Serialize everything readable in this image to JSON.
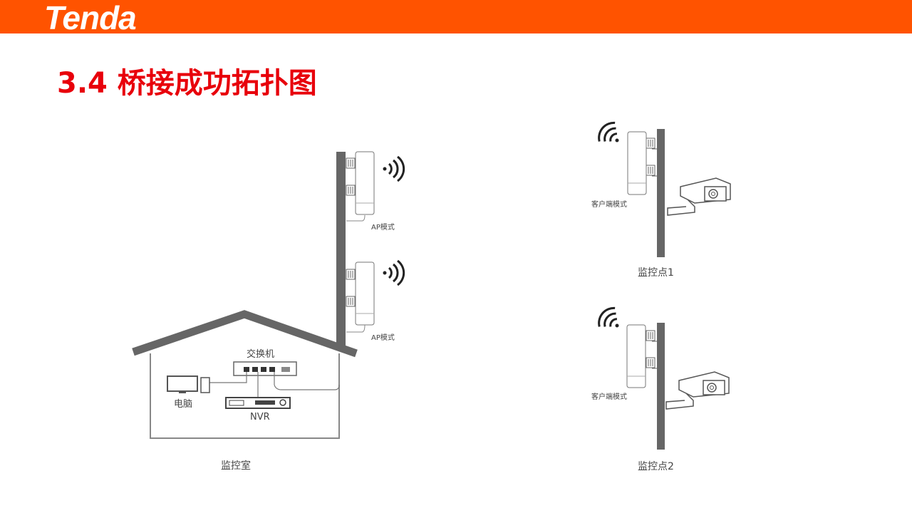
{
  "header": {
    "logo": "Tenda",
    "brand_color": "#ff5300"
  },
  "title": "3.4 桥接成功拓扑图",
  "diagram": {
    "control_room": {
      "label": "监控室",
      "switch_label": "交换机",
      "pc_label": "电脑",
      "nvr_label": "NVR",
      "ap_labels": [
        "AP模式",
        "AP模式"
      ]
    },
    "sites": [
      {
        "label": "监控点1",
        "device_label": "客户端模式"
      },
      {
        "label": "监控点2",
        "device_label": "客户端模式"
      }
    ]
  }
}
